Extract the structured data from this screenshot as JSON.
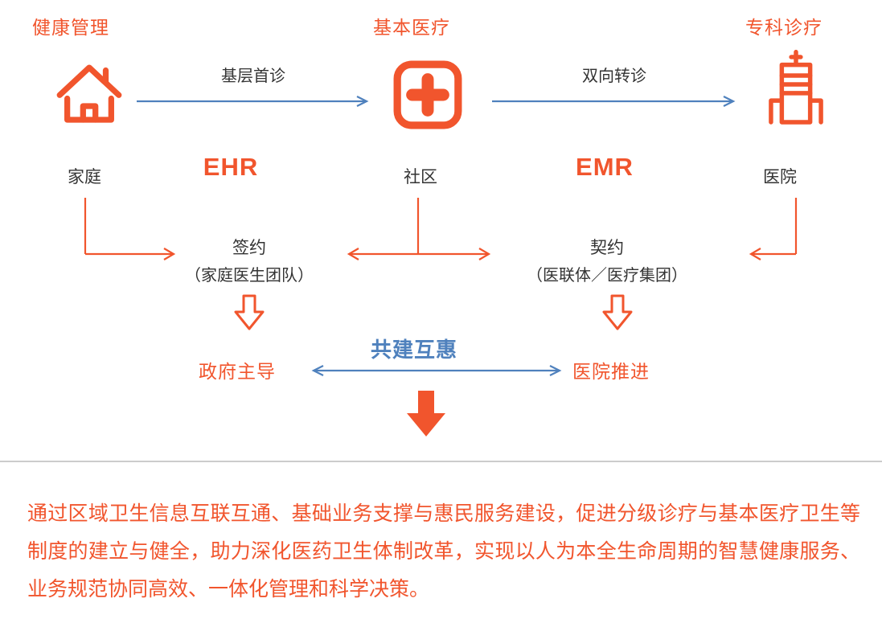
{
  "colors": {
    "orange": "#f1552d",
    "blue": "#4f81bd",
    "dark": "#333333",
    "divider": "#cccccc"
  },
  "diagram": {
    "stages": [
      {
        "title": "健康管理",
        "entity": "家庭",
        "icon": "house-icon"
      },
      {
        "title": "基本医疗",
        "entity": "社区",
        "icon": "medical-cross-icon"
      },
      {
        "title": "专科诊疗",
        "entity": "医院",
        "icon": "hospital-icon"
      }
    ],
    "flow_arrows": [
      {
        "label": "基层首诊"
      },
      {
        "label": "双向转诊"
      }
    ],
    "records": [
      {
        "label": "EHR"
      },
      {
        "label": "EMR"
      }
    ],
    "contracts": [
      {
        "title": "签约",
        "subtitle": "（家庭医生团队）"
      },
      {
        "title": "契约",
        "subtitle": "（医联体／医疗集团）"
      }
    ],
    "outcomes": {
      "left": "政府主导",
      "center": "共建互惠",
      "right": "医院推进"
    }
  },
  "description": "通过区域卫生信息互联互通、基础业务支撑与惠民服务建设，促进分级诊疗与基本医疗卫生等制度的建立与健全，助力深化医药卫生体制改革，实现以人为本全生命周期的智慧健康服务、业务规范协同高效、一体化管理和科学决策。"
}
